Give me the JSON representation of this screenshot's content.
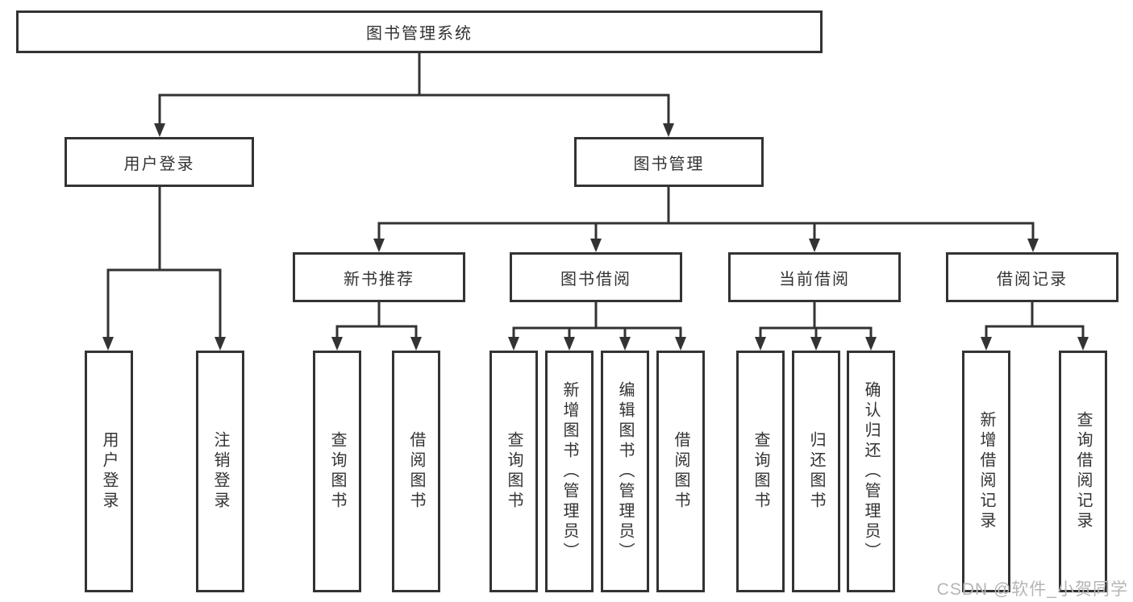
{
  "colors": {
    "line": "#333333",
    "text": "#333333",
    "background": "#ffffff",
    "watermark": "#b5b5b5"
  },
  "watermark": "CSDN @软件_小贺同学",
  "tree": {
    "root": "图书管理系统",
    "user_login": {
      "label": "用户登录",
      "children": [
        "用户登录",
        "注销登录"
      ]
    },
    "book_mgmt": {
      "label": "图书管理",
      "sections": {
        "new_book_rec": {
          "label": "新书推荐",
          "children": [
            "查询图书",
            "借阅图书"
          ]
        },
        "book_borrow": {
          "label": "图书借阅",
          "children": [
            "查询图书",
            "新增图书（管理员）",
            "编辑图书（管理员）",
            "借阅图书"
          ]
        },
        "current_borrow": {
          "label": "当前借阅",
          "children": [
            "查询图书",
            "归还图书",
            "确认归还（管理员）"
          ]
        },
        "borrow_records": {
          "label": "借阅记录",
          "children": [
            "新增借阅记录",
            "查询借阅记录"
          ]
        }
      }
    }
  }
}
